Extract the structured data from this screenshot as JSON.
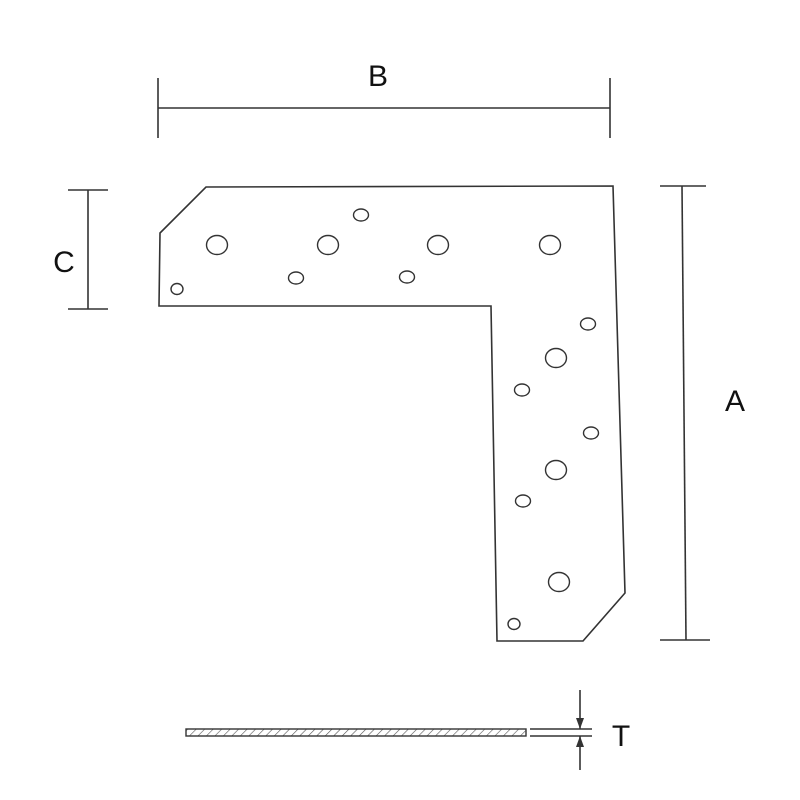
{
  "dimensions": {
    "b_label": "B",
    "a_label": "A",
    "c_label": "C",
    "t_label": "T"
  },
  "colors": {
    "line": "#333333",
    "background": "#ffffff"
  },
  "holes": {
    "large_count": 7,
    "small_count": 9
  }
}
